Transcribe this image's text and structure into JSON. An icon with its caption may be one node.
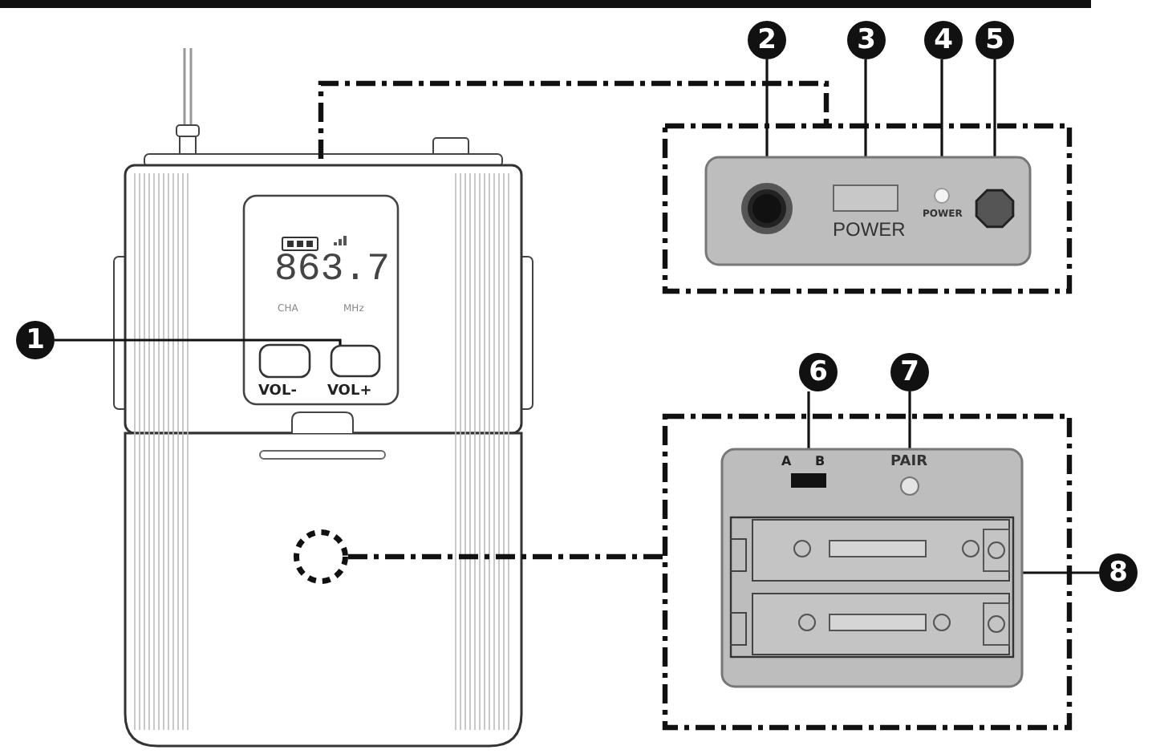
{
  "diagram": {
    "nodes": [
      {
        "text": [
          "1"
        ]
      },
      {
        "text": [
          "2"
        ]
      },
      {
        "text": [
          "3"
        ]
      },
      {
        "text": [
          "4"
        ]
      },
      {
        "text": [
          "5"
        ]
      },
      {
        "text": [
          "6"
        ]
      },
      {
        "text": [
          "7"
        ]
      },
      {
        "text": [
          "8"
        ]
      },
      {
        "text": [],
        "shape": "box"
      },
      {
        "text": [],
        "shape": "circle",
        "in": 8
      },
      {
        "text": [],
        "shape": "box",
        "in": 8
      },
      {
        "text": [],
        "shape": "circle",
        "in": 8
      },
      {
        "text": [],
        "shape": "octagon",
        "in": 8
      },
      {
        "text": [],
        "shape": "box"
      },
      {
        "text": [],
        "shape": "bar",
        "in": 13
      },
      {
        "text": [],
        "shape": "circle",
        "in": 13
      },
      {
        "text": [],
        "shape": "box",
        "in": 13
      },
      {
        "text": [],
        "shape": "circle"
      },
      {
        "text": [],
        "shape": "box"
      }
    ],
    "edges": [
      {
        "from": 0,
        "to": 18,
        "arrow": "none"
      },
      {
        "from": 1,
        "to": 9,
        "arrow": "none"
      },
      {
        "from": 2,
        "to": 10,
        "arrow": "none"
      },
      {
        "from": 3,
        "to": 11,
        "arrow": "none"
      },
      {
        "from": 4,
        "to": 12,
        "arrow": "none"
      },
      {
        "from": 5,
        "to": 14,
        "arrow": "none"
      },
      {
        "from": 6,
        "to": 15,
        "arrow": "none"
      },
      {
        "from": 7,
        "to": 16,
        "arrow": "none"
      },
      {
        "from": null,
        "to": 8,
        "arrow": "none",
        "style": "dashed"
      },
      {
        "from": 17,
        "to": 13,
        "arrow": "none",
        "style": "dashed"
      }
    ],
    "labels": [
      "863.7",
      "CHA",
      "MHz",
      "VOL-",
      "VOL+",
      "POWER",
      "POWER",
      "A",
      "B",
      "PAIR"
    ]
  }
}
